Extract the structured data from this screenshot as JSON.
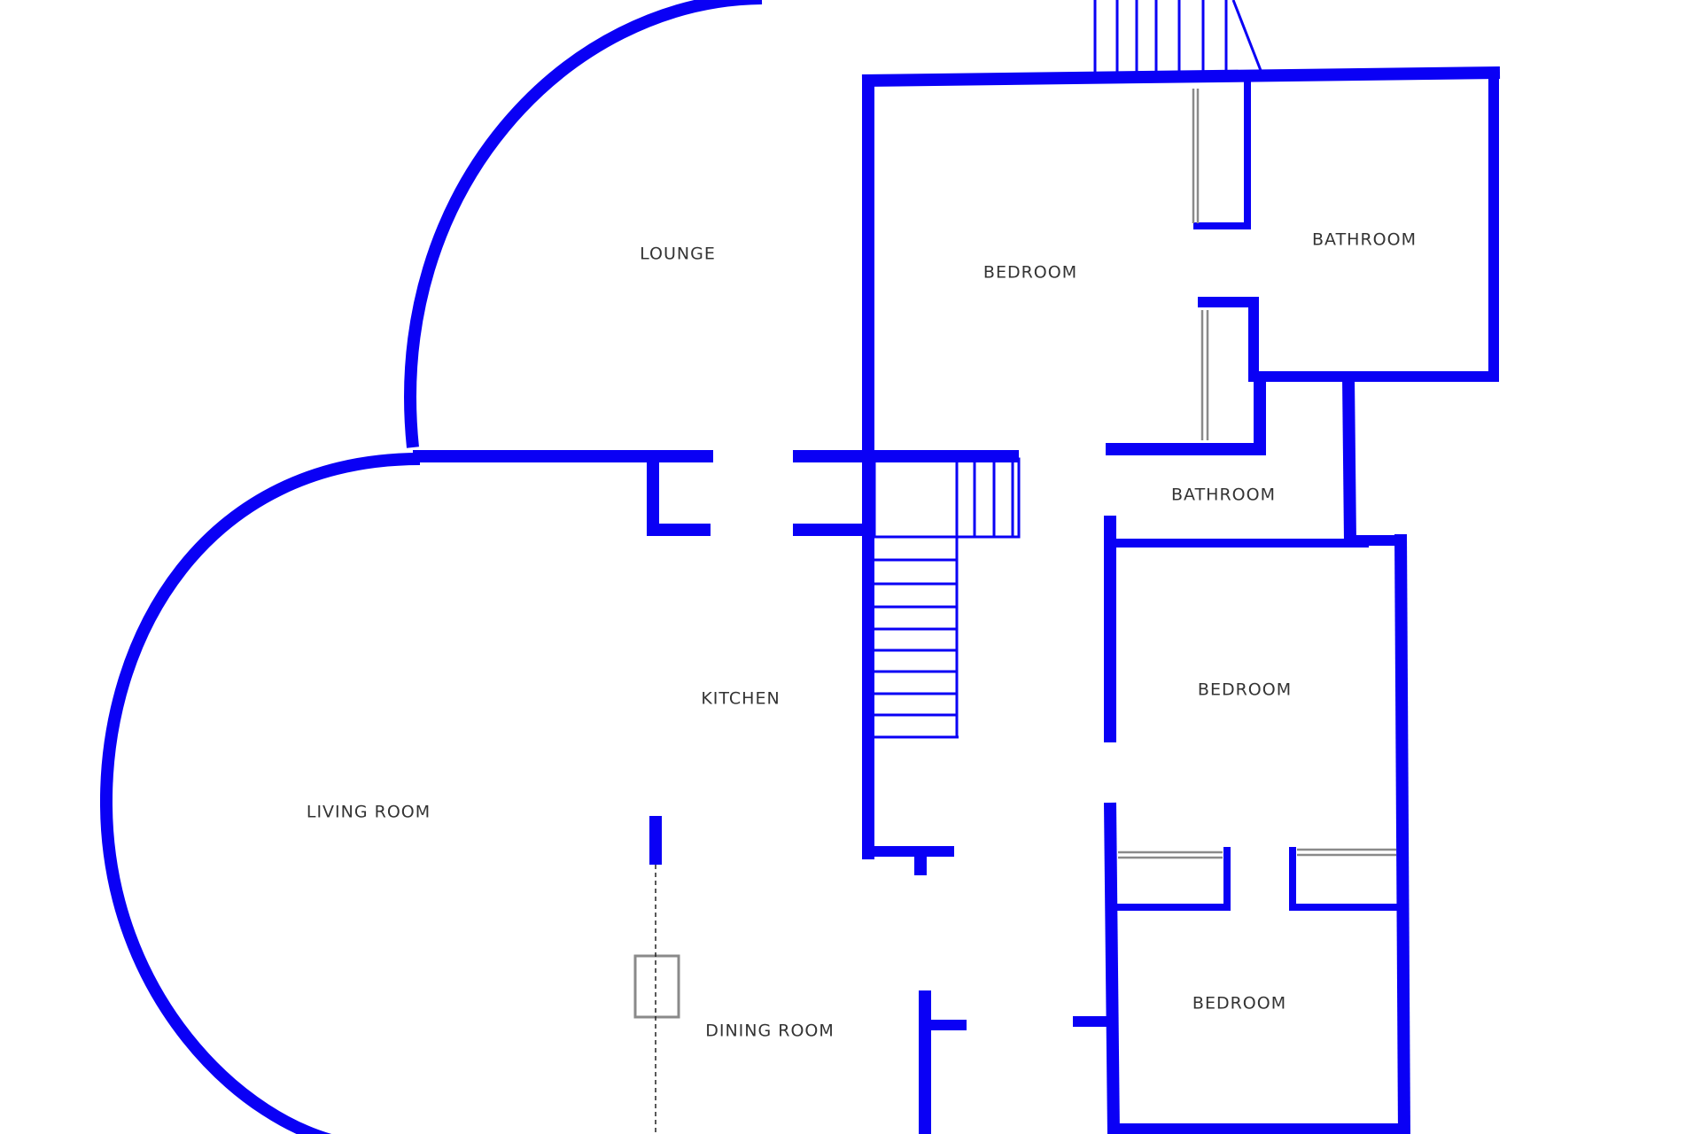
{
  "colors": {
    "wall": "#0A00F5",
    "fixture": "#8A8A8A",
    "label": "#333333",
    "background": "#FFFFFF"
  },
  "rooms": {
    "lounge": "LOUNGE",
    "bedroom_top": "BEDROOM",
    "bathroom_top": "BATHROOM",
    "bathroom_middle": "BATHROOM",
    "kitchen": "KITCHEN",
    "living_room": "LIVING ROOM",
    "bedroom_middle": "BEDROOM",
    "bedroom_bottom": "BEDROOM",
    "dining_room": "DINING ROOM"
  }
}
